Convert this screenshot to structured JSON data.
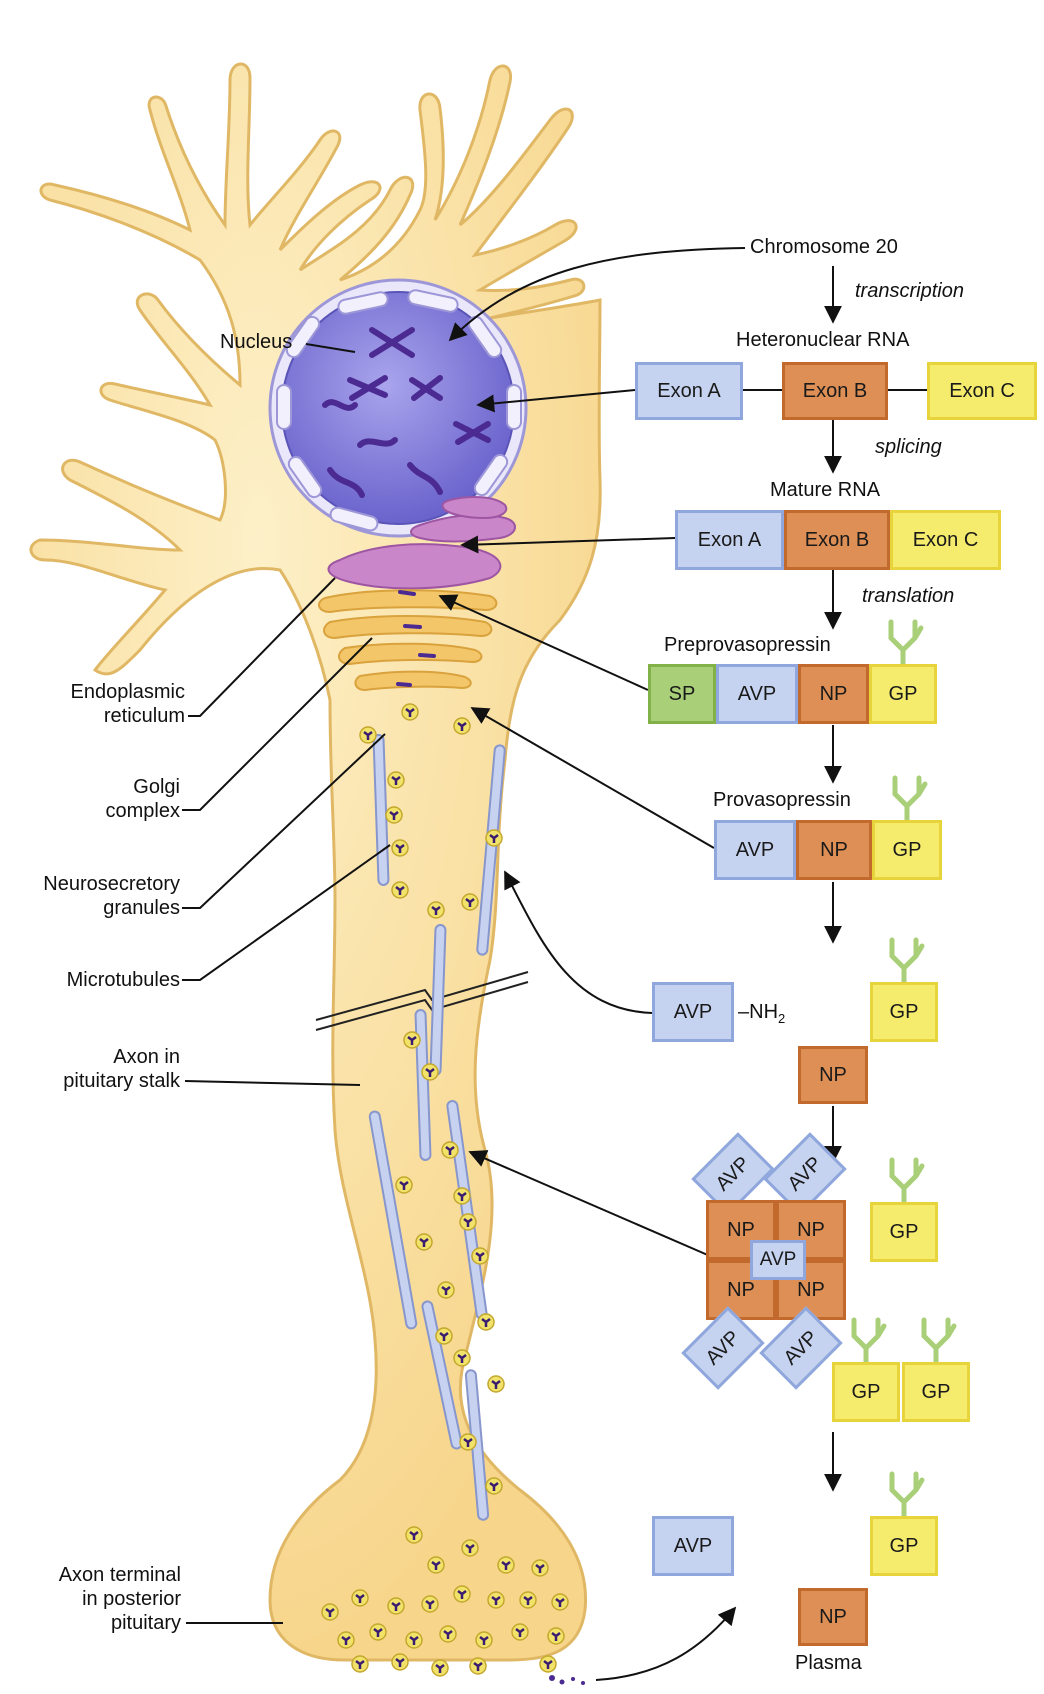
{
  "transcription_chain": {
    "chromosome": "Chromosome 20",
    "step1": "transcription",
    "hnrna_title": "Heteronuclear RNA",
    "step2": "splicing",
    "mature_title": "Mature RNA",
    "step3": "translation",
    "exon_a": "Exon A",
    "exon_b": "Exon B",
    "exon_c": "Exon C"
  },
  "proteins": {
    "prepro_title": "Preprovasopressin",
    "pro_title": "Provasopressin",
    "sp": "SP",
    "avp": "AVP",
    "np": "NP",
    "gp": "GP",
    "nh2": "–NH",
    "nh2_sub": "2",
    "plasma": "Plasma"
  },
  "cell_labels": {
    "nucleus": "Nucleus",
    "er_1": "Endoplasmic",
    "er_2": "reticulum",
    "golgi_1": "Golgi",
    "golgi_2": "complex",
    "gran_1": "Neurosecretory",
    "gran_2": "granules",
    "micro": "Microtubules",
    "axon_1": "Axon in",
    "axon_2": "pituitary stalk",
    "term_1": "Axon terminal",
    "term_2": "in posterior",
    "term_3": "pituitary"
  },
  "colors": {
    "cytoplasm": "#fbe3a8",
    "cell_outline": "#e0b865",
    "nucleus": "#7d77d6",
    "er": "#c987c9",
    "golgi": "#f3c66a",
    "avp": "#c6d3f0",
    "np": "#dd8f55",
    "gp": "#f5ec6d",
    "sp": "#a9cf78"
  }
}
